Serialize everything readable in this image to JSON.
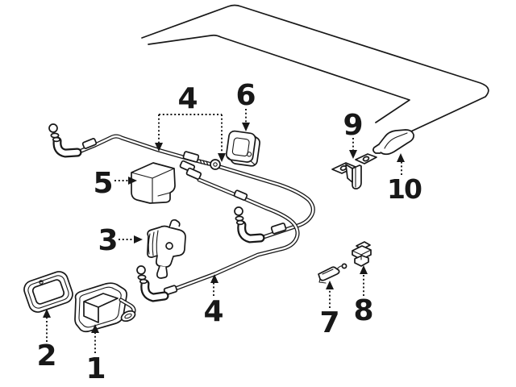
{
  "diagram": {
    "type": "exploded-parts-diagram",
    "background_color": "#ffffff",
    "line_color": "#181818",
    "callouts": [
      {
        "number": "1"
      },
      {
        "number": "2"
      },
      {
        "number": "3"
      },
      {
        "number": "4"
      },
      {
        "number": "4"
      },
      {
        "number": "5"
      },
      {
        "number": "6"
      },
      {
        "number": "7"
      },
      {
        "number": "8"
      },
      {
        "number": "9"
      },
      {
        "number": "10"
      }
    ]
  }
}
